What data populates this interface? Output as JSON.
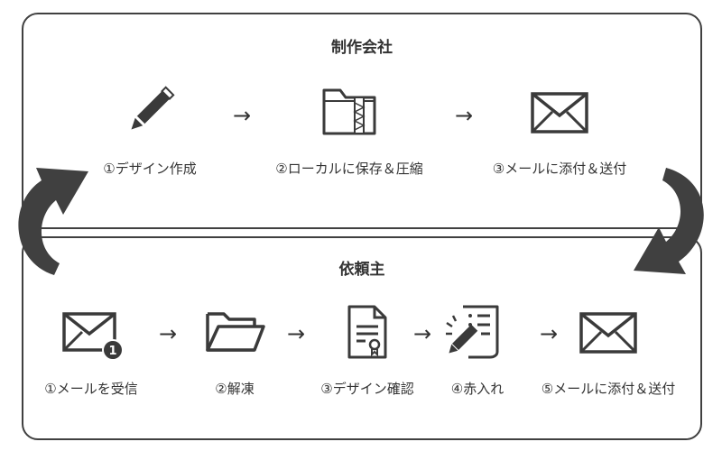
{
  "top_group": {
    "title": "制作会社",
    "steps": [
      {
        "label": "①デザイン作成",
        "icon": "pencil-icon"
      },
      {
        "label": "②ローカルに保存＆圧縮",
        "icon": "zip-folder-icon"
      },
      {
        "label": "③メールに添付＆送付",
        "icon": "envelope-icon"
      }
    ]
  },
  "bottom_group": {
    "title": "依頼主",
    "steps": [
      {
        "label": "①メールを受信",
        "icon": "envelope-notification-icon",
        "badge": "1"
      },
      {
        "label": "②解凍",
        "icon": "open-folder-icon"
      },
      {
        "label": "③デザイン確認",
        "icon": "certificate-document-icon"
      },
      {
        "label": "④赤入れ",
        "icon": "edit-document-icon"
      },
      {
        "label": "⑤メールに添付＆送付",
        "icon": "envelope-icon"
      }
    ]
  },
  "arrow_glyph": "→",
  "colors": {
    "stroke": "#3a3a3a",
    "cycle_arrow": "#404040"
  }
}
